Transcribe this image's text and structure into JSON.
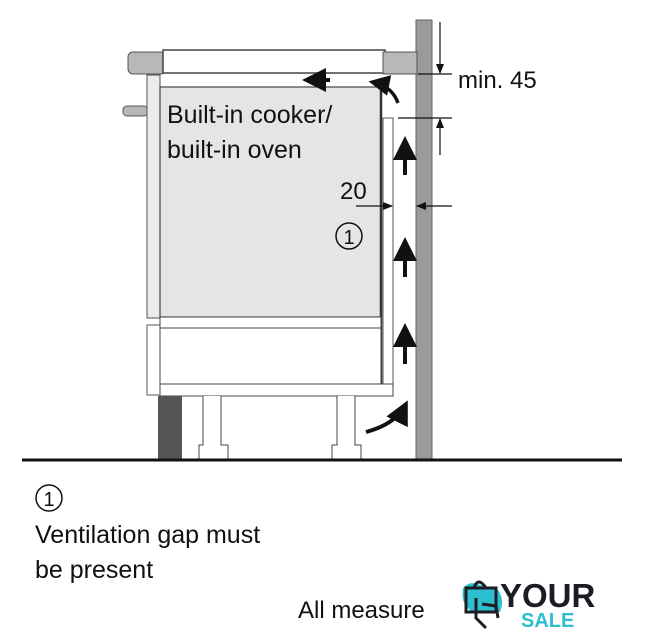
{
  "diagram": {
    "appliance_label_line1": "Built-in cooker/",
    "appliance_label_line2": "built-in oven",
    "gap_dimension": "20",
    "top_dimension": "min. 45",
    "marker": "1",
    "legend_marker": "1",
    "legend_line1": "Ventilation gap must",
    "legend_line2": "be present",
    "footer_text": "All measure"
  },
  "logo": {
    "word1": "YOUR",
    "word2": "SALE",
    "accent_color": "#2bbfd0",
    "dark_color": "#1c1c24"
  },
  "colors": {
    "wall": "#9a9a9a",
    "oven_front": "#e5e5e5",
    "plinth": "#555555"
  }
}
